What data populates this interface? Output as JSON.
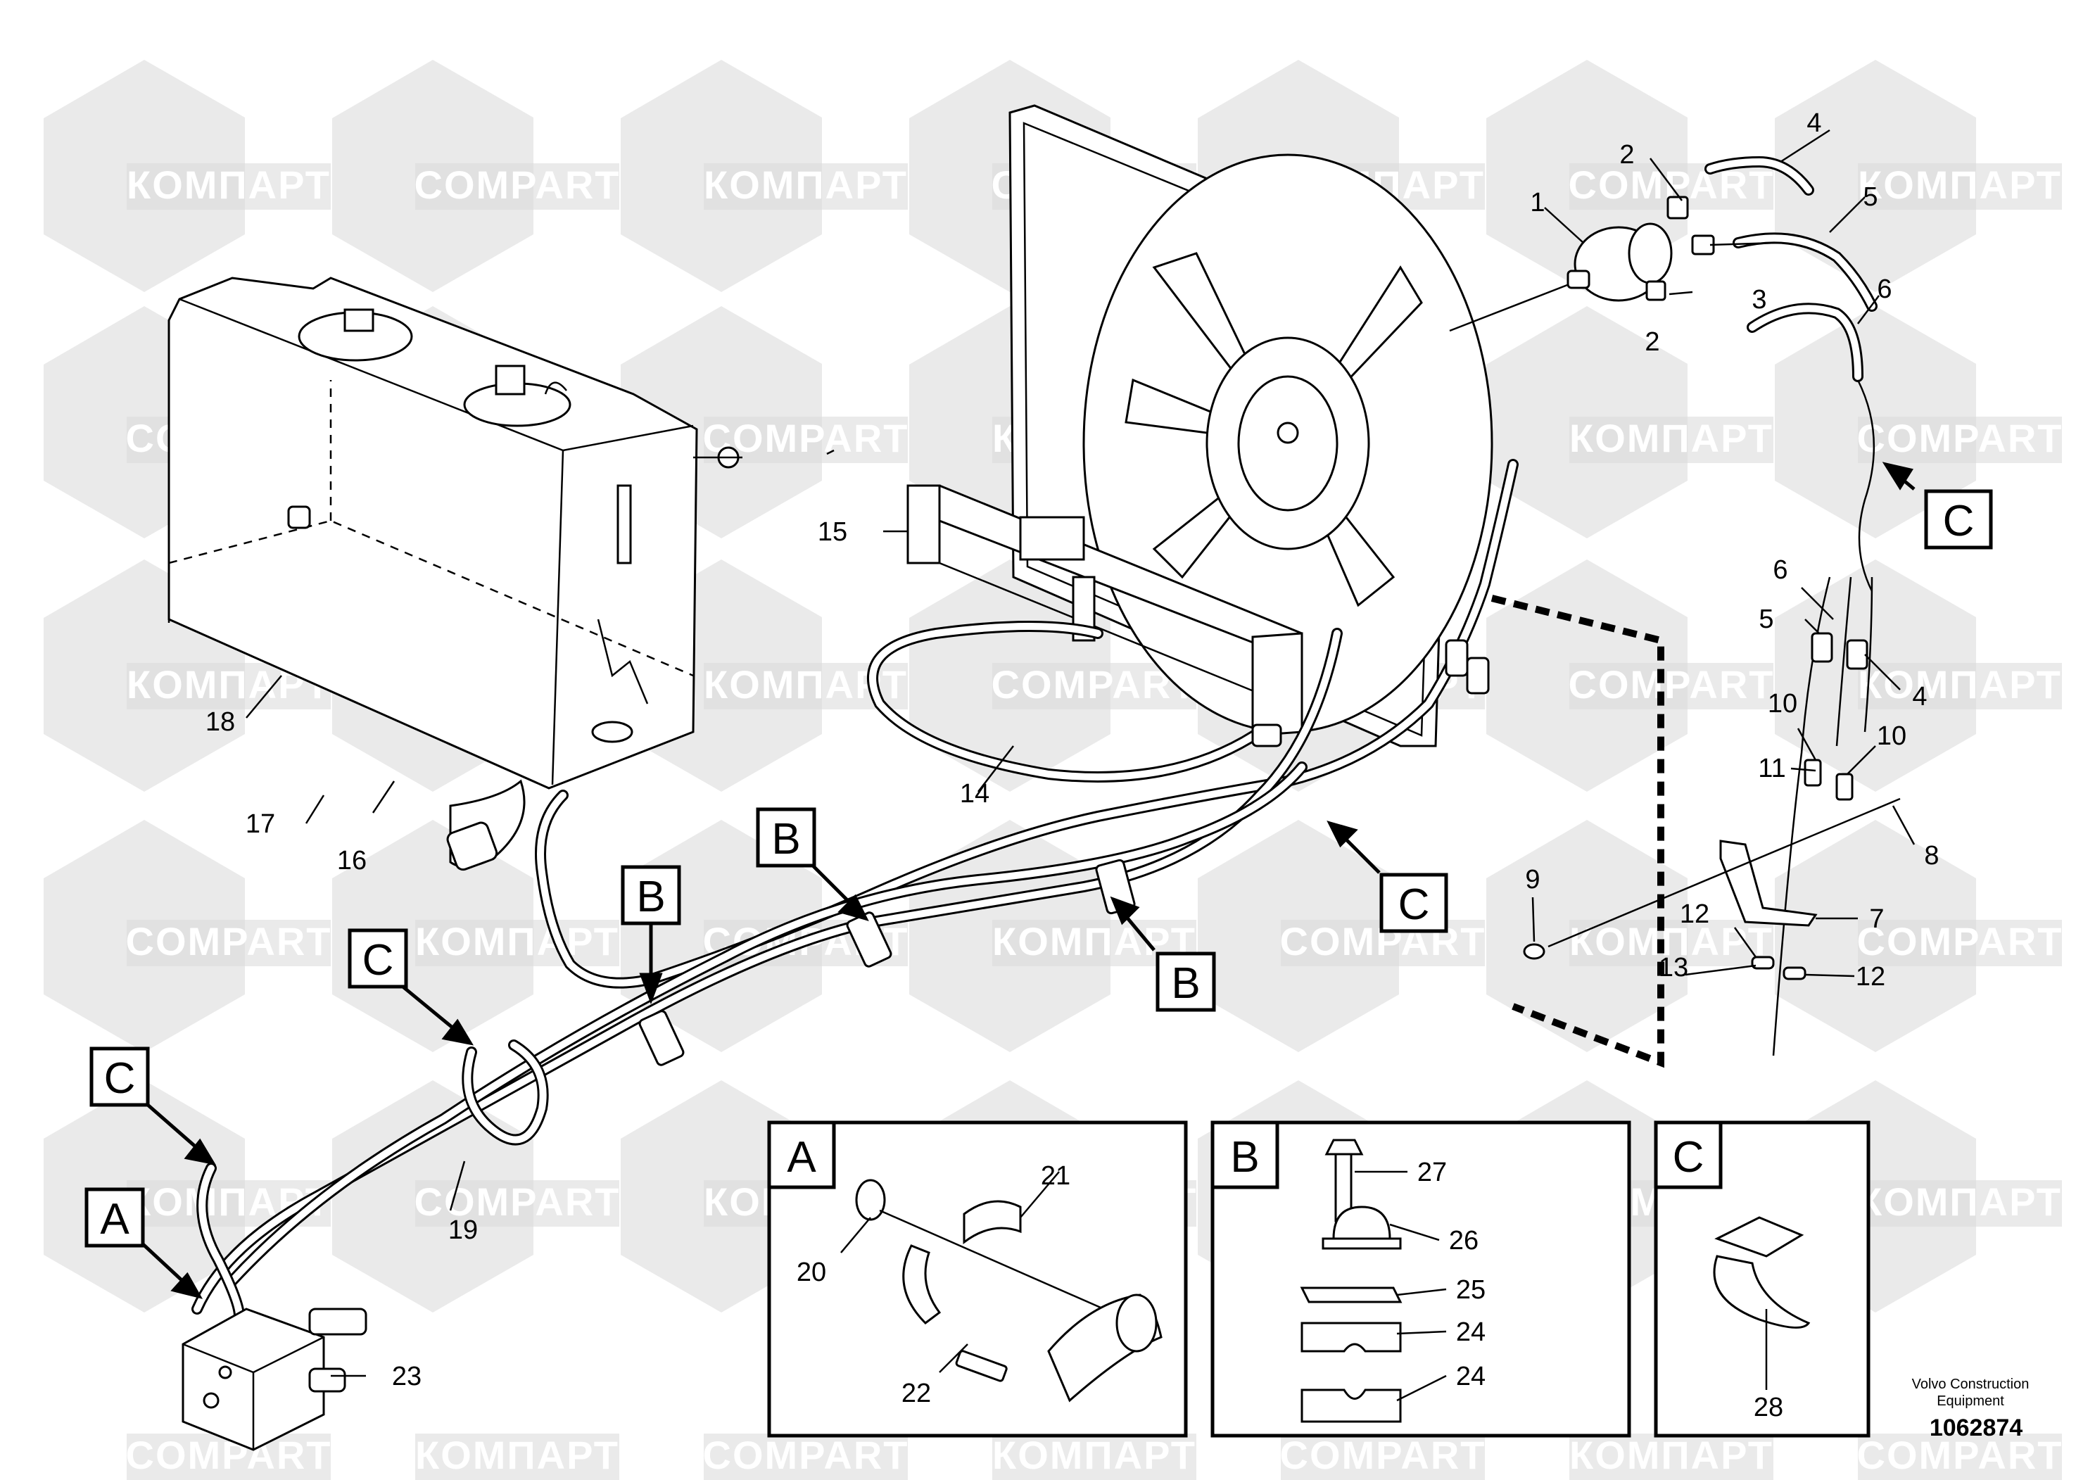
{
  "watermark": {
    "text_latin": "COMPART",
    "text_cyrillic": "КОМПАРТ",
    "color_hex": "#d9d9d9"
  },
  "callouts": {
    "c1": "1",
    "c2a": "2",
    "c2b": "2",
    "c3": "3",
    "c4a": "4",
    "c4b": "4",
    "c5a": "5",
    "c5b": "5",
    "c6a": "6",
    "c6b": "6",
    "c7": "7",
    "c8": "8",
    "c9": "9",
    "c10a": "10",
    "c10b": "10",
    "c11": "11",
    "c12a": "12",
    "c12b": "12",
    "c13": "13",
    "c14": "14",
    "c15": "15",
    "c16": "16",
    "c17": "17",
    "c18": "18",
    "c19": "19",
    "c20": "20",
    "c21": "21",
    "c22": "22",
    "c23": "23",
    "c24a": "24",
    "c24b": "24",
    "c25": "25",
    "c26": "26",
    "c27": "27",
    "c28": "28"
  },
  "reference_letters": {
    "A_main": "A",
    "B1": "B",
    "B2": "B",
    "B3": "B",
    "C1": "C",
    "C2": "C",
    "C3": "C",
    "C4": "C"
  },
  "detail_panels": {
    "A": "A",
    "B": "B",
    "C": "C"
  },
  "footer": {
    "credit_line1": "Volvo Construction",
    "credit_line2": "Equipment",
    "drawing_number": "1062874"
  }
}
